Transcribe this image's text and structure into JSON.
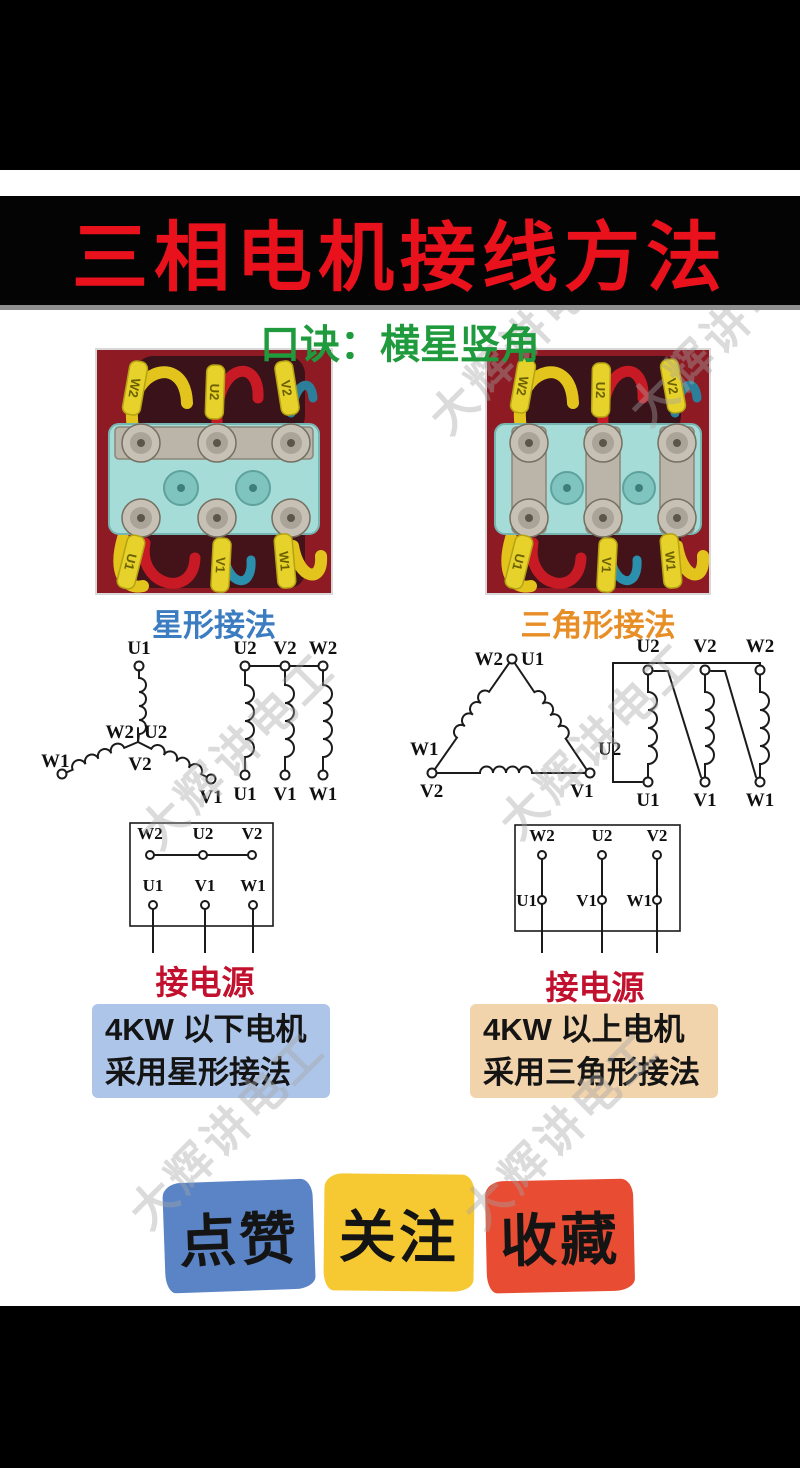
{
  "header": {
    "title": "三相电机接线方法",
    "subtitle": "口诀：横星竖角"
  },
  "watermark_text": "大辉讲电工",
  "colors": {
    "title_red": "#e9111b",
    "subtitle_green": "#1f9b3e",
    "star_blue": "#3c7cc0",
    "delta_orange": "#e78e27",
    "power_red": "#c2112e",
    "note_star_bg": "#adc5e8",
    "note_delta_bg": "#f1d3ac",
    "button_blue": "#5b84c6",
    "button_yellow": "#f6c832",
    "button_red": "#e84c32",
    "letterbox_black": "#000000"
  },
  "star": {
    "section_label": "星形接法",
    "photo": {
      "markers_top": [
        "W2",
        "U2",
        "V2"
      ],
      "markers_bottom": [
        "U1",
        "V1",
        "W1"
      ]
    },
    "y_diagram": {
      "top": "U1",
      "center_left": "W2",
      "center_right": "U2",
      "center_bottom": "V2",
      "left": "W1",
      "right": "V1"
    },
    "coil_bank": {
      "top": [
        "U2",
        "V2",
        "W2"
      ],
      "bottom": [
        "U1",
        "V1",
        "W1"
      ]
    },
    "terminal_box": {
      "top": [
        "W2",
        "U2",
        "V2"
      ],
      "bottom": [
        "U1",
        "V1",
        "W1"
      ]
    },
    "power_label": "接电源",
    "note": {
      "line1": "4KW 以下电机",
      "line2": "采用星形接法"
    }
  },
  "delta": {
    "section_label": "三角形接法",
    "photo": {
      "markers_top": [
        "W2",
        "U2",
        "V2"
      ],
      "markers_bottom": [
        "U1",
        "V1",
        "W1"
      ]
    },
    "triangle": {
      "apex_left": "W2",
      "apex_right": "U1",
      "left_outer": "W1",
      "left_inner": "V2",
      "right_outer": "U2",
      "right_inner": "V1"
    },
    "coil_bank": {
      "top": [
        "U2",
        "V2",
        "W2"
      ],
      "bottom": [
        "U1",
        "V1",
        "W1"
      ]
    },
    "terminal_box": {
      "top": [
        "W2",
        "U2",
        "V2"
      ],
      "bottom": [
        "U1",
        "V1",
        "W1"
      ]
    },
    "power_label": "接电源",
    "note": {
      "line1": "4KW 以上电机",
      "line2": "采用三角形接法"
    }
  },
  "footer_buttons": [
    {
      "label": "点赞"
    },
    {
      "label": "关注"
    },
    {
      "label": "收藏"
    }
  ]
}
